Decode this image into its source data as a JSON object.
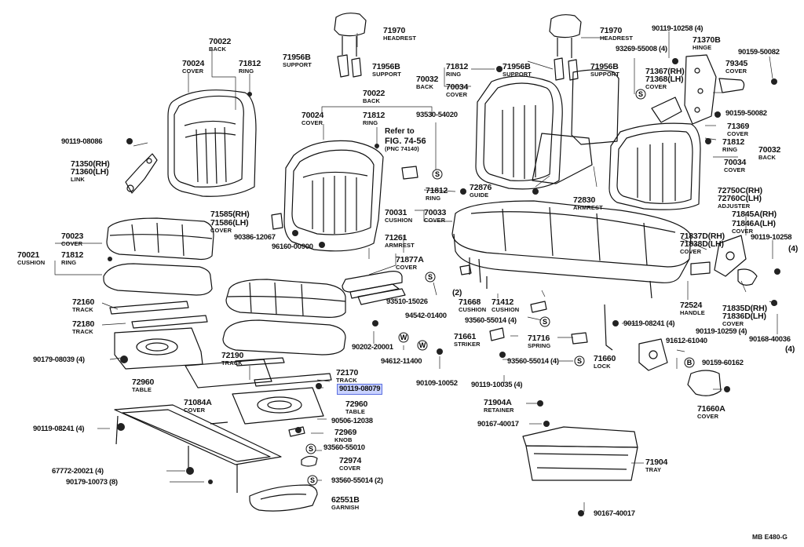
{
  "diagram": {
    "code": "MB  E480-G",
    "refer": {
      "line1": "Refer to",
      "line2": "FIG. 74-56",
      "line3": "(PNC 74140)"
    },
    "circle_symbols": {
      "s": "S",
      "w": "W",
      "b": "B"
    },
    "highlighted_part": "90119-08079",
    "parts": [
      {
        "id": "p71970a",
        "num": "71970",
        "sub": "HEADREST"
      },
      {
        "id": "p71956b_a",
        "num": "71956B",
        "sub": "SUPPORT"
      },
      {
        "id": "p71956b_b",
        "num": "71956B",
        "sub": "SUPPORT"
      },
      {
        "id": "p70022a",
        "num": "70022",
        "sub": "BACK"
      },
      {
        "id": "p70024a",
        "num": "70024",
        "sub": "COVER"
      },
      {
        "id": "p71812a",
        "num": "71812",
        "sub": "RING"
      },
      {
        "id": "p90119_08086",
        "num": "90119-08086",
        "sub": ""
      },
      {
        "id": "p71350",
        "num": "71350(RH)",
        "sub": ""
      },
      {
        "id": "p71360",
        "num": "71360(LH)",
        "sub": "LINK"
      },
      {
        "id": "p70022b",
        "num": "70022",
        "sub": "BACK"
      },
      {
        "id": "p70024b",
        "num": "70024",
        "sub": "COVER"
      },
      {
        "id": "p71812b",
        "num": "71812",
        "sub": "RING"
      },
      {
        "id": "p93530",
        "num": "93530-54020",
        "sub": ""
      },
      {
        "id": "p71585",
        "num": "71585(RH)",
        "sub": ""
      },
      {
        "id": "p71586",
        "num": "71586(LH)",
        "sub": "COVER"
      },
      {
        "id": "p90386",
        "num": "90386-12067",
        "sub": ""
      },
      {
        "id": "p96160",
        "num": "96160-00900",
        "sub": ""
      },
      {
        "id": "p70023",
        "num": "70023",
        "sub": "COVER"
      },
      {
        "id": "p70021",
        "num": "70021",
        "sub": "CUSHION"
      },
      {
        "id": "p71812c",
        "num": "71812",
        "sub": "RING"
      },
      {
        "id": "p71261",
        "num": "71261",
        "sub": "ARMREST"
      },
      {
        "id": "p71877a",
        "num": "71877A",
        "sub": "COVER"
      },
      {
        "id": "p72160",
        "num": "72160",
        "sub": "TRACK"
      },
      {
        "id": "p72180",
        "num": "72180",
        "sub": "TRACK"
      },
      {
        "id": "p90179_08039",
        "num": "90179-08039 (4)",
        "sub": ""
      },
      {
        "id": "p72960a",
        "num": "72960",
        "sub": "TABLE"
      },
      {
        "id": "p93510",
        "num": "93510-15026",
        "sub": ""
      },
      {
        "id": "p2",
        "num": "(2)",
        "sub": ""
      },
      {
        "id": "p94542",
        "num": "94542-01400",
        "sub": ""
      },
      {
        "id": "p90202",
        "num": "90202-20001",
        "sub": ""
      },
      {
        "id": "p94612",
        "num": "94612-11400",
        "sub": ""
      },
      {
        "id": "p72190",
        "num": "72190",
        "sub": "TRACK"
      },
      {
        "id": "p72170",
        "num": "72170",
        "sub": "TRACK"
      },
      {
        "id": "p90119_08079",
        "num": "90119-08079",
        "sub": ""
      },
      {
        "id": "p71084a",
        "num": "71084A",
        "sub": "COVER"
      },
      {
        "id": "p72960b",
        "num": "72960",
        "sub": "TABLE"
      },
      {
        "id": "p90506",
        "num": "90506-12038",
        "sub": ""
      },
      {
        "id": "p72969",
        "num": "72969",
        "sub": "KNOB"
      },
      {
        "id": "p93560_55010",
        "num": "93560-55010",
        "sub": ""
      },
      {
        "id": "p72974",
        "num": "72974",
        "sub": "COVER"
      },
      {
        "id": "p93560_55014_2",
        "num": "93560-55014 (2)",
        "sub": ""
      },
      {
        "id": "p62551b",
        "num": "62551B",
        "sub": "GARNISH"
      },
      {
        "id": "p90119_08241_4",
        "num": "90119-08241 (4)",
        "sub": ""
      },
      {
        "id": "p67772",
        "num": "67772-20021 (4)",
        "sub": ""
      },
      {
        "id": "p90179_10073",
        "num": "90179-10073 (8)",
        "sub": ""
      },
      {
        "id": "p90109_10052",
        "num": "90109-10052",
        "sub": ""
      },
      {
        "id": "p71970b",
        "num": "71970",
        "sub": "HEADREST"
      },
      {
        "id": "p71956b_c",
        "num": "71956B",
        "sub": "SUPPORT"
      },
      {
        "id": "p71956b_d",
        "num": "71956B",
        "sub": "SUPPORT"
      },
      {
        "id": "p71812d",
        "num": "71812",
        "sub": "RING"
      },
      {
        "id": "p70032a",
        "num": "70032",
        "sub": "BACK"
      },
      {
        "id": "p70034a",
        "num": "70034",
        "sub": "COVER"
      },
      {
        "id": "p90119_10258_4a",
        "num": "90119-10258 (4)",
        "sub": ""
      },
      {
        "id": "p71370b",
        "num": "71370B",
        "sub": "HINGE"
      },
      {
        "id": "p93269",
        "num": "93269-55008 (4)",
        "sub": ""
      },
      {
        "id": "p90159_50082a",
        "num": "90159-50082",
        "sub": ""
      },
      {
        "id": "p71367",
        "num": "71367(RH)",
        "sub": ""
      },
      {
        "id": "p71368",
        "num": "71368(LH)",
        "sub": "COVER"
      },
      {
        "id": "p79345",
        "num": "79345",
        "sub": "COVER"
      },
      {
        "id": "p90159_50082b",
        "num": "90159-50082",
        "sub": ""
      },
      {
        "id": "p71369",
        "num": "71369",
        "sub": "COVER"
      },
      {
        "id": "p71812e",
        "num": "71812",
        "sub": "RING"
      },
      {
        "id": "p70032b",
        "num": "70032",
        "sub": "BACK"
      },
      {
        "id": "p70034b",
        "num": "70034",
        "sub": "COVER"
      },
      {
        "id": "p71812f",
        "num": "71812",
        "sub": "RING"
      },
      {
        "id": "p72876",
        "num": "72876",
        "sub": "GUIDE"
      },
      {
        "id": "p72830",
        "num": "72830",
        "sub": "ARMREST"
      },
      {
        "id": "p70031",
        "num": "70031",
        "sub": "CUSHION"
      },
      {
        "id": "p70033",
        "num": "70033",
        "sub": "COVER"
      },
      {
        "id": "p72750c",
        "num": "72750C(RH)",
        "sub": ""
      },
      {
        "id": "p72760c",
        "num": "72760C(LH)",
        "sub": "ADJUSTER"
      },
      {
        "id": "p71845a",
        "num": "71845A(RH)",
        "sub": ""
      },
      {
        "id": "p71846a",
        "num": "71846A(LH)",
        "sub": "COVER"
      },
      {
        "id": "p71837d",
        "num": "71837D(RH)",
        "sub": ""
      },
      {
        "id": "p71838d",
        "num": "71838D(LH)",
        "sub": "COVER"
      },
      {
        "id": "p90119_10258_4b",
        "num": "90119-10258",
        "sub": ""
      },
      {
        "id": "p4a",
        "num": "(4)",
        "sub": ""
      },
      {
        "id": "p72524",
        "num": "72524",
        "sub": "HANDLE"
      },
      {
        "id": "p71835d",
        "num": "71835D(RH)",
        "sub": ""
      },
      {
        "id": "p71836d",
        "num": "71836D(LH)",
        "sub": "COVER"
      },
      {
        "id": "p90119_10259",
        "num": "90119-10259 (4)",
        "sub": ""
      },
      {
        "id": "p90168",
        "num": "90168-40036",
        "sub": ""
      },
      {
        "id": "p4b",
        "num": "(4)",
        "sub": ""
      },
      {
        "id": "p71668",
        "num": "71668",
        "sub": "CUSHION"
      },
      {
        "id": "p71412",
        "num": "71412",
        "sub": "CUSHION"
      },
      {
        "id": "p93560_55014_4a",
        "num": "93560-55014 (4)",
        "sub": ""
      },
      {
        "id": "p90119_08241_4b",
        "num": "90119-08241 (4)",
        "sub": ""
      },
      {
        "id": "p71661",
        "num": "71661",
        "sub": "STRIKER"
      },
      {
        "id": "p71716",
        "num": "71716",
        "sub": "SPRING"
      },
      {
        "id": "p91612",
        "num": "91612-61040",
        "sub": ""
      },
      {
        "id": "p71660",
        "num": "71660",
        "sub": "LOCK"
      },
      {
        "id": "p93560_55014_4b",
        "num": "93560-55014 (4)",
        "sub": ""
      },
      {
        "id": "p90119_10035",
        "num": "90119-10035 (4)",
        "sub": ""
      },
      {
        "id": "p90159_60162",
        "num": "90159-60162",
        "sub": ""
      },
      {
        "id": "p71660a",
        "num": "71660A",
        "sub": "COVER"
      },
      {
        "id": "p71904a",
        "num": "71904A",
        "sub": "RETAINER"
      },
      {
        "id": "p90167_40017a",
        "num": "90167-40017",
        "sub": ""
      },
      {
        "id": "p71904",
        "num": "71904",
        "sub": "TRAY"
      },
      {
        "id": "p90167_40017b",
        "num": "90167-40017",
        "sub": ""
      }
    ]
  }
}
